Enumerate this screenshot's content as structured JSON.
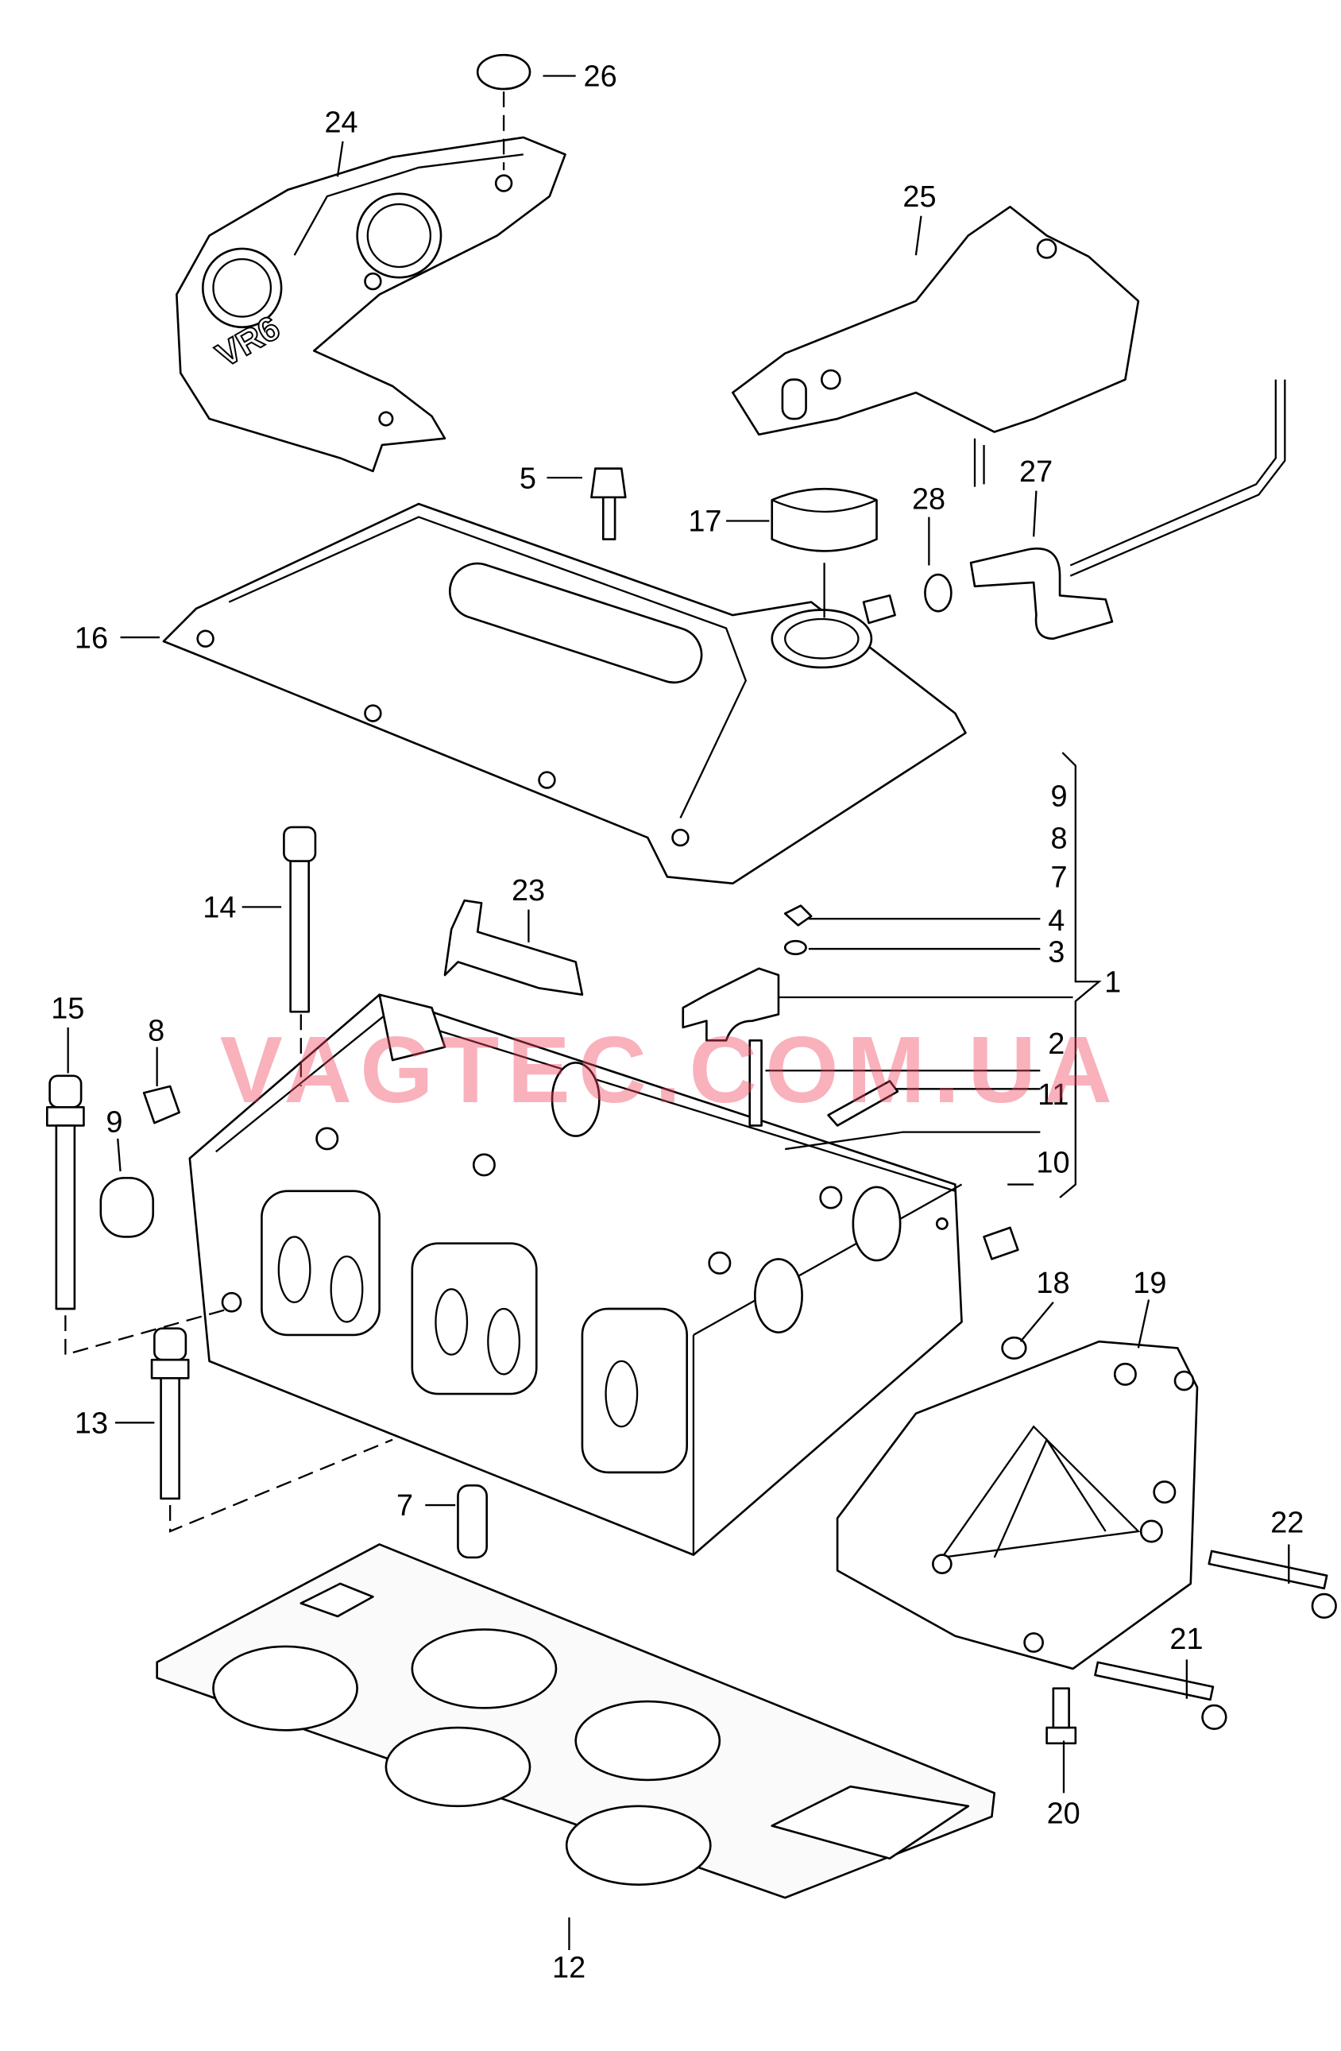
{
  "diagram": {
    "cover_badge": "VR6",
    "watermark": "VAGTEC.COM.UA",
    "callouts": {
      "c26": "26",
      "c24": "24",
      "c25": "25",
      "c5": "5",
      "c17": "17",
      "c28": "28",
      "c27": "27",
      "c16": "16",
      "c9": "9",
      "c8": "8",
      "c7": "7",
      "c4": "4",
      "c3": "3",
      "c1": "1",
      "c2": "2",
      "c11": "11",
      "c10": "10",
      "c23": "23",
      "c14": "14",
      "c15": "15",
      "c8b": "8",
      "c9b": "9",
      "c18": "18",
      "c19": "19",
      "c22": "22",
      "c21": "21",
      "c20": "20",
      "c13": "13",
      "c7b": "7",
      "c12": "12"
    }
  }
}
